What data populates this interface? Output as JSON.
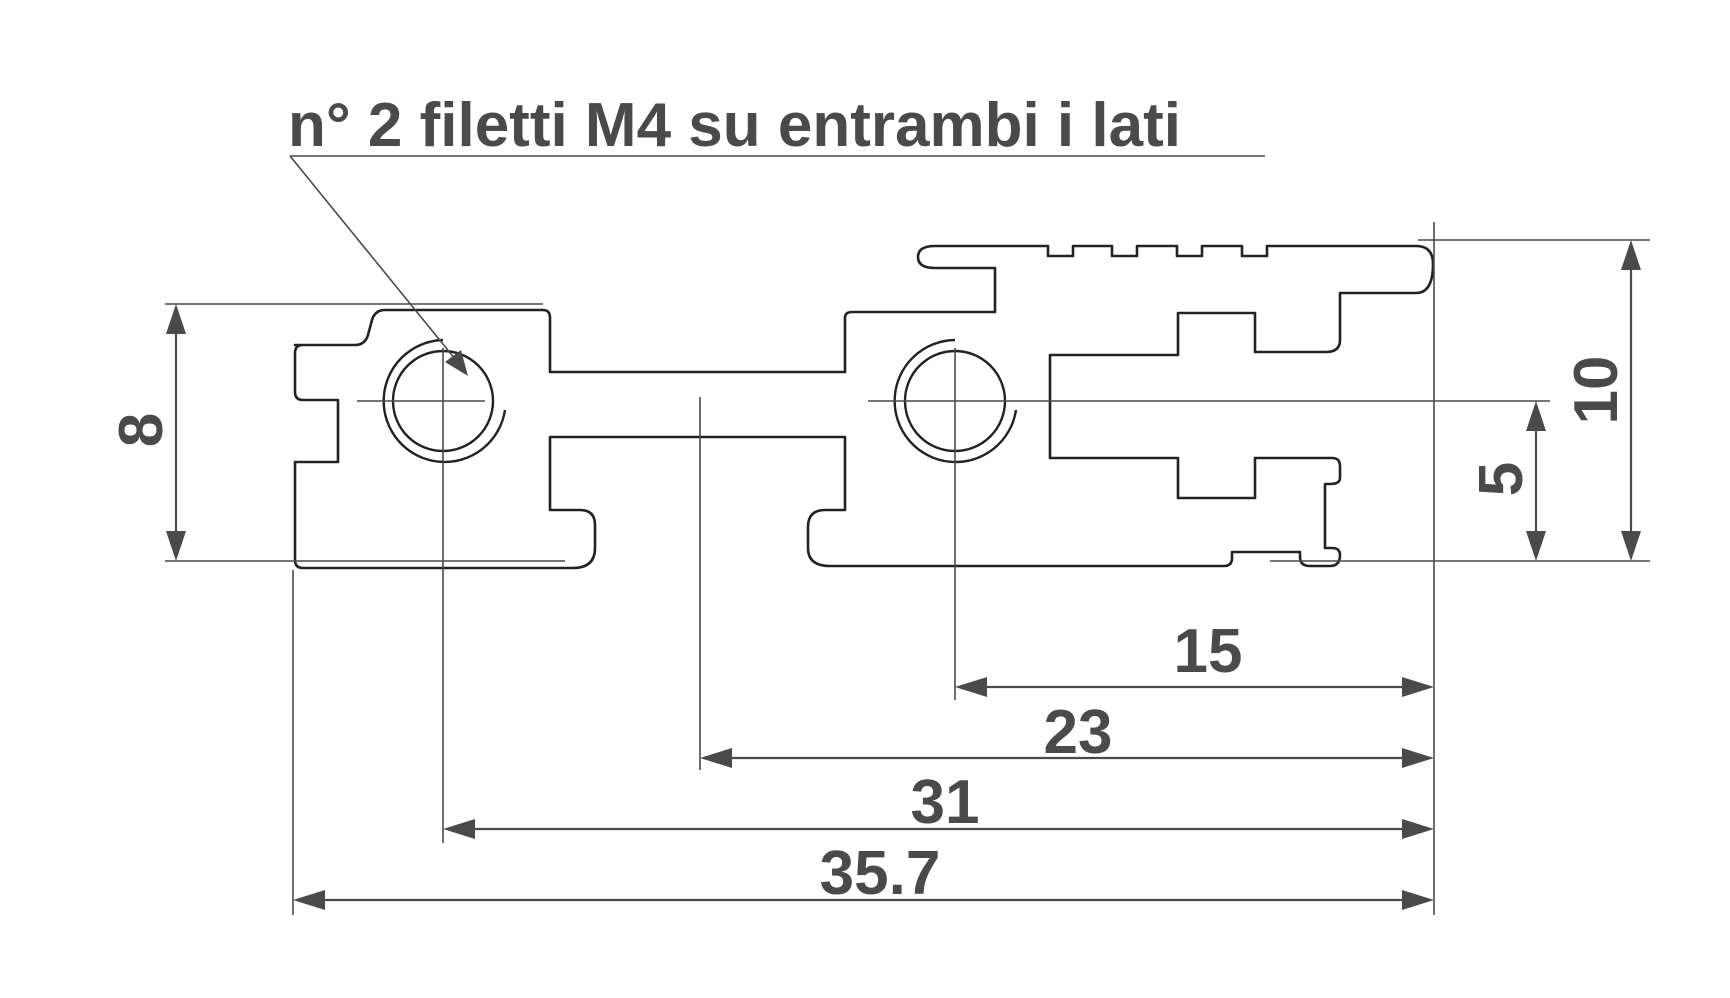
{
  "note": {
    "text": "n° 2 filetti M4 su entrambi i lati"
  },
  "dimensions": {
    "height_total": "10",
    "height_left_block": "8",
    "height_to_axis": "5",
    "horizontal": [
      "15",
      "23",
      "31",
      "35.7"
    ]
  },
  "colors": {
    "line": "#4a4a4a",
    "profile": "#222222",
    "background": "#ffffff"
  }
}
